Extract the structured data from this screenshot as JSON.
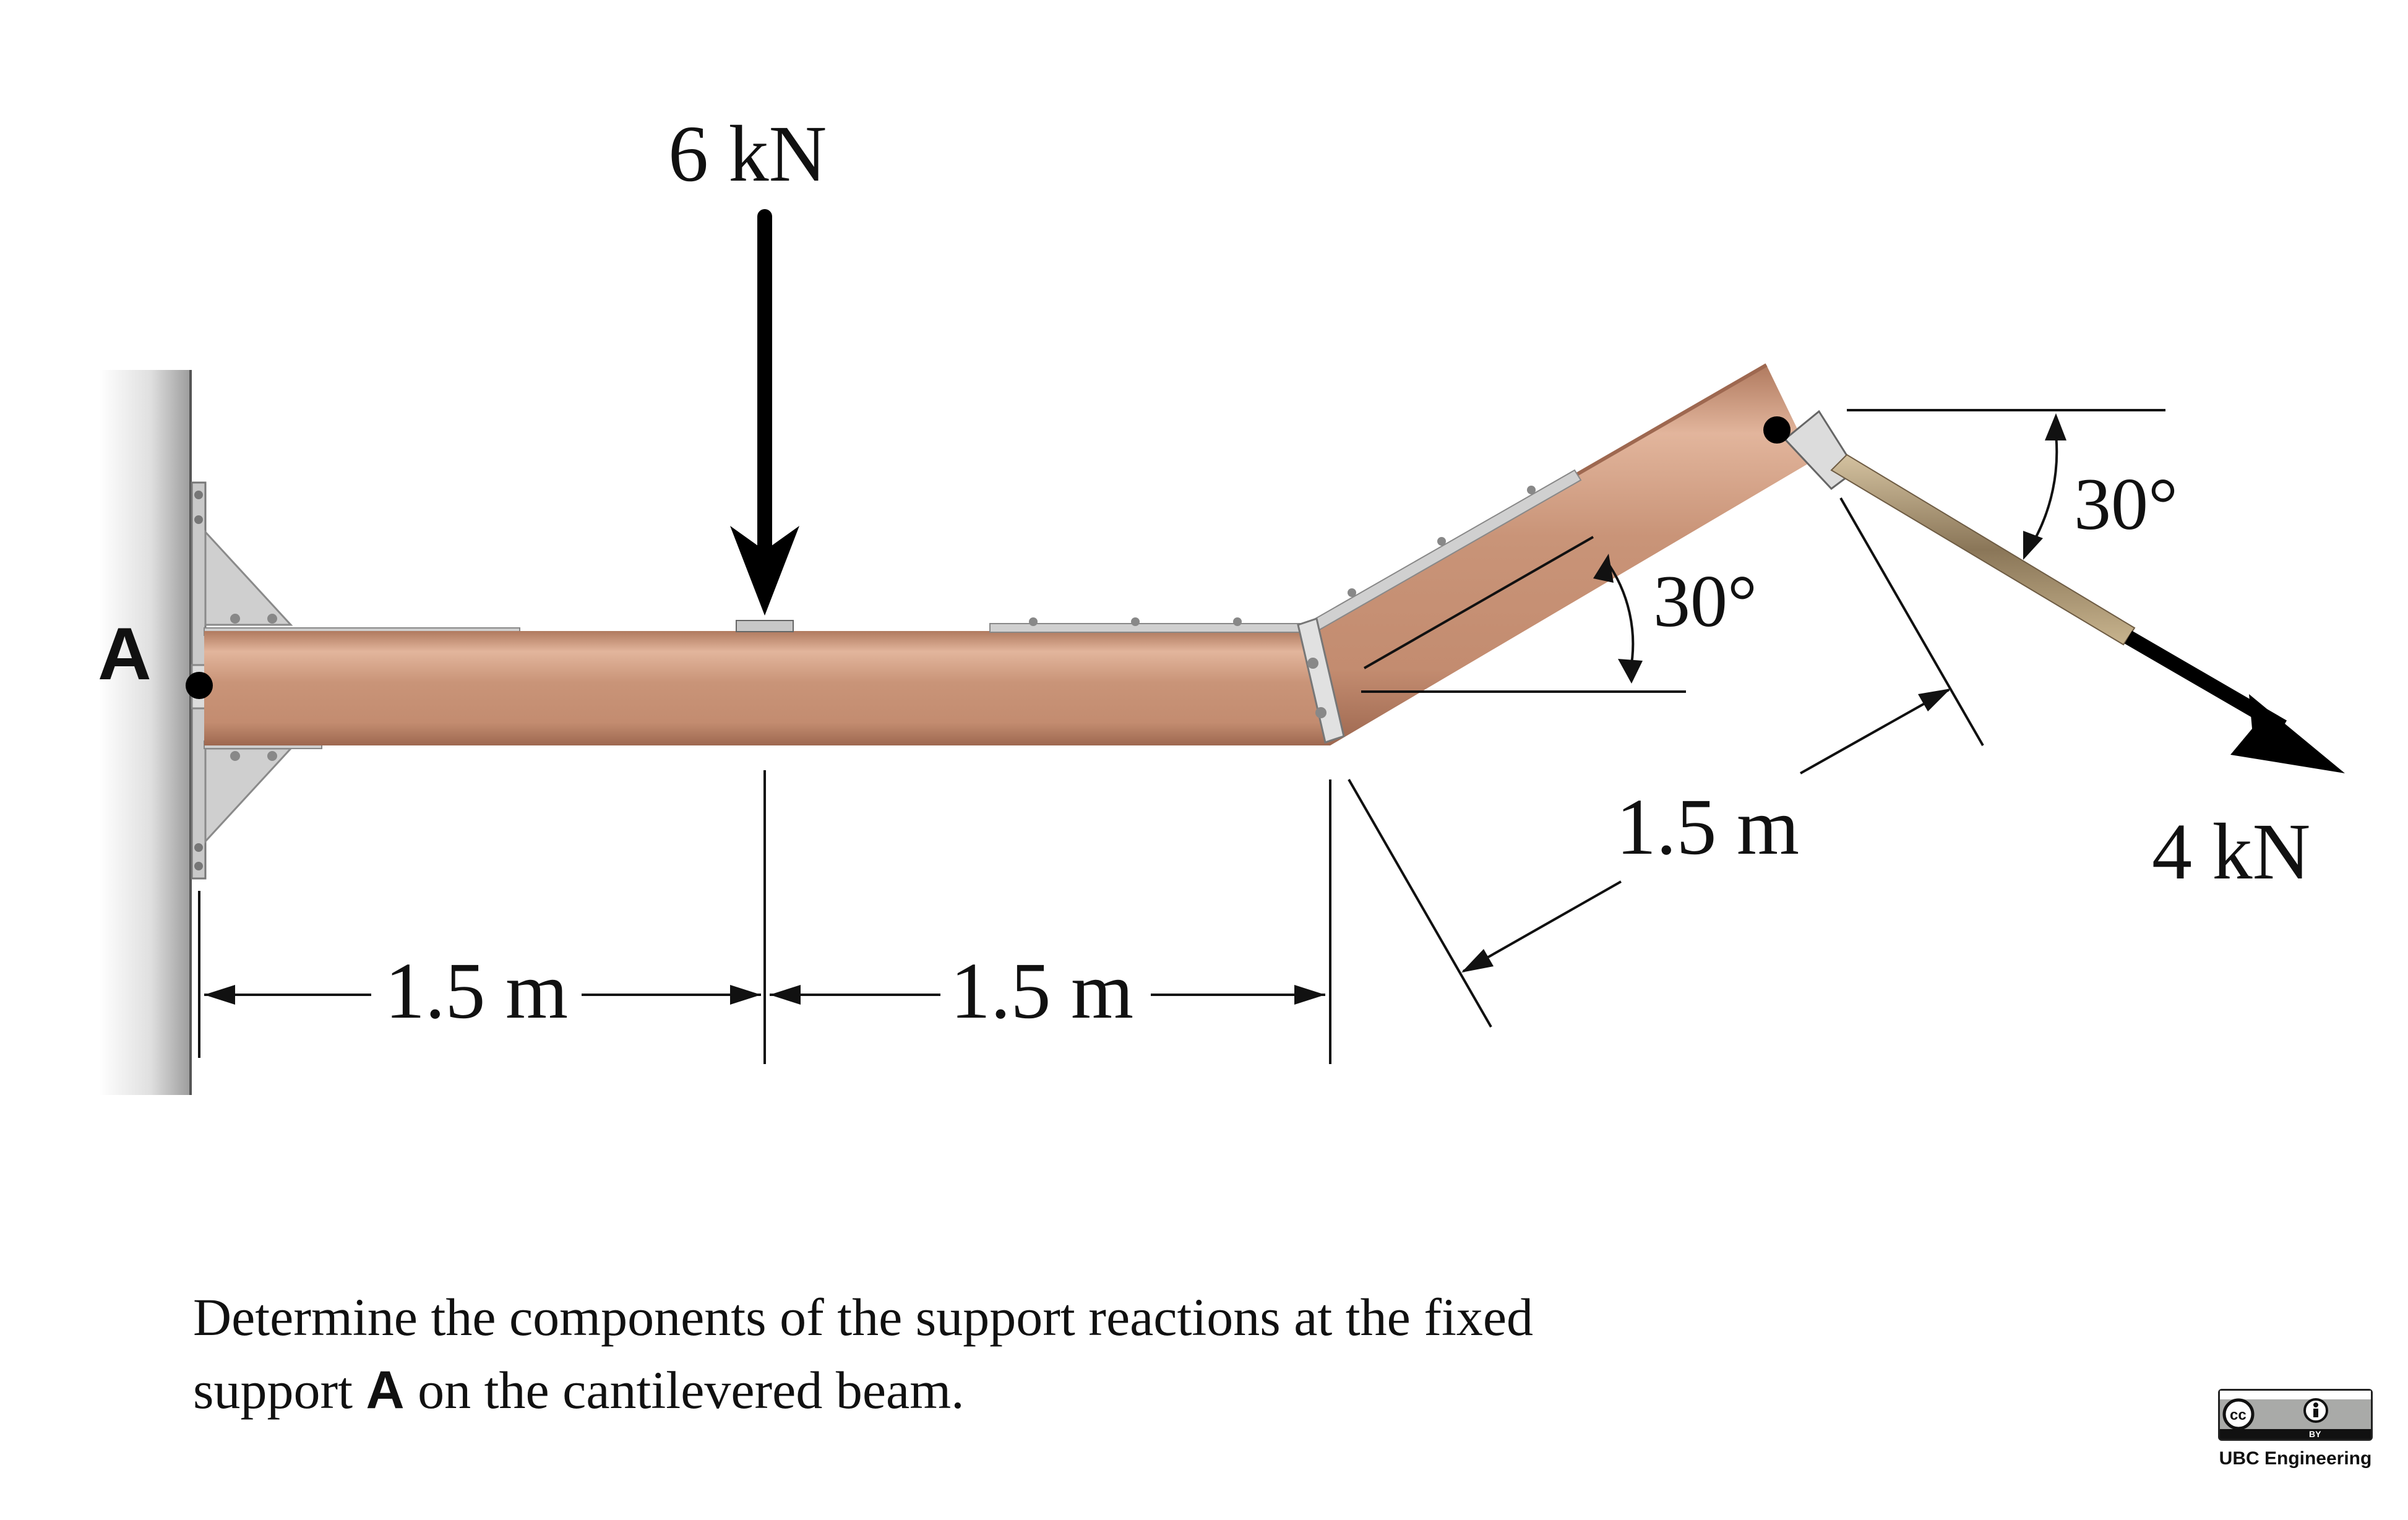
{
  "diagram": {
    "support_label": "A",
    "load_vertical": "6 kN",
    "load_cable": "4 kN",
    "angle_beam": "30°",
    "angle_cable": "30°",
    "dim_1": "1.5 m",
    "dim_2": "1.5 m",
    "dim_inclined": "1.5 m"
  },
  "problem": {
    "line1": "Determine the components of the support reactions at the fixed",
    "line2_pre": "support ",
    "line2_bold": "A",
    "line2_post": " on the cantilevered beam."
  },
  "license": {
    "cc_text": "cc",
    "by_text": "BY",
    "credit": "UBC Engineering"
  },
  "colors": {
    "beam": "#c48f73",
    "beam_dark": "#a06a50",
    "wall": "#d9d9d9",
    "plate": "#c9c9c9",
    "arrow": "#000000"
  }
}
